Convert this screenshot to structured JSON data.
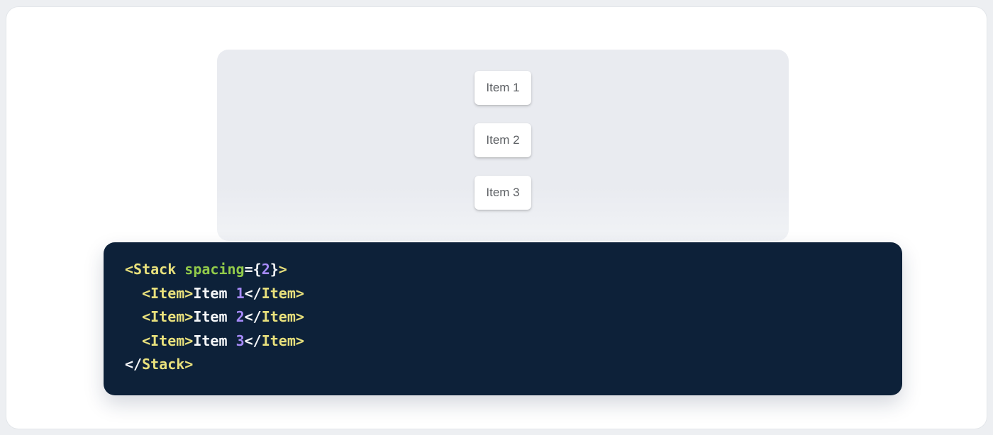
{
  "demo": {
    "items": [
      {
        "label": "Item 1"
      },
      {
        "label": "Item 2"
      },
      {
        "label": "Item 3"
      }
    ]
  },
  "code": {
    "language": "jsx",
    "source": "<Stack spacing={2}>\n  <Item>Item 1</Item>\n  <Item>Item 2</Item>\n  <Item>Item 3</Item>\n</Stack>",
    "lines": [
      [
        {
          "c": "tag",
          "t": "<Stack"
        },
        {
          "c": "plain",
          "t": " "
        },
        {
          "c": "attr",
          "t": "spacing"
        },
        {
          "c": "plain",
          "t": "={"
        },
        {
          "c": "num",
          "t": "2"
        },
        {
          "c": "plain",
          "t": "}"
        },
        {
          "c": "tag",
          "t": ">"
        }
      ],
      [
        {
          "c": "plain",
          "t": "  "
        },
        {
          "c": "tag",
          "t": "<Item>"
        },
        {
          "c": "plain",
          "t": "Item "
        },
        {
          "c": "num",
          "t": "1"
        },
        {
          "c": "plain",
          "t": "</"
        },
        {
          "c": "tag",
          "t": "Item>"
        }
      ],
      [
        {
          "c": "plain",
          "t": "  "
        },
        {
          "c": "tag",
          "t": "<Item>"
        },
        {
          "c": "plain",
          "t": "Item "
        },
        {
          "c": "num",
          "t": "2"
        },
        {
          "c": "plain",
          "t": "</"
        },
        {
          "c": "tag",
          "t": "Item>"
        }
      ],
      [
        {
          "c": "plain",
          "t": "  "
        },
        {
          "c": "tag",
          "t": "<Item>"
        },
        {
          "c": "plain",
          "t": "Item "
        },
        {
          "c": "num",
          "t": "3"
        },
        {
          "c": "plain",
          "t": "</"
        },
        {
          "c": "tag",
          "t": "Item>"
        }
      ],
      [
        {
          "c": "plain",
          "t": "</"
        },
        {
          "c": "tag",
          "t": "Stack>"
        }
      ]
    ]
  },
  "colors": {
    "page_bg": "#edeff2",
    "panel_bg": "#e9ebf0",
    "code_bg": "#0d2139",
    "tokens": {
      "tag": "#e8e07c",
      "attr": "#92cb4a",
      "num": "#a78bfa",
      "plain": "#f4f6f8"
    }
  }
}
